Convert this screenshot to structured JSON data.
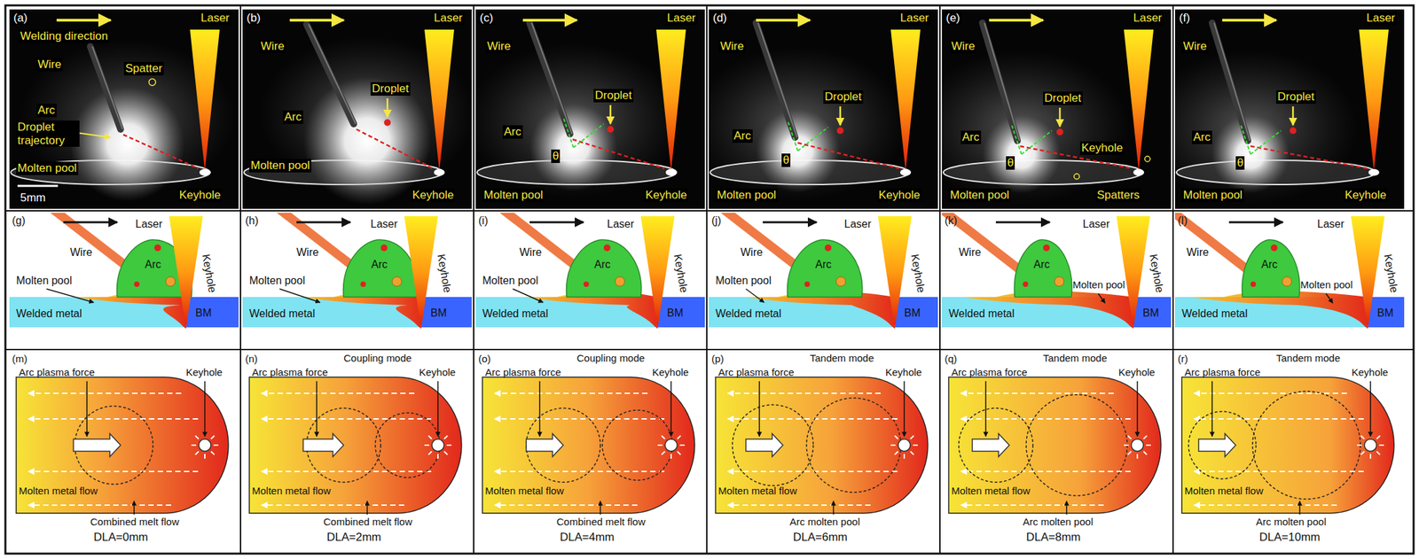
{
  "diagram": {
    "labels": [
      "(a)",
      "Laser",
      "Welding direction",
      "Wire",
      "Spatter",
      "Arc",
      "Droplet trajectory",
      "Molten pool",
      "Keyhole",
      "5mm",
      "(b)",
      "Wire",
      "Laser",
      "Arc",
      "Droplet",
      "Molten pool",
      "Keyhole",
      "(c)",
      "Wire",
      "Laser",
      "Arc",
      "Droplet",
      "θ",
      "Molten pool",
      "Keyhole",
      "(d)",
      "Wire",
      "Laser",
      "Arc",
      "Droplet",
      "θ",
      "Molten pool",
      "Keyhole",
      "(e)",
      "Wire",
      "Laser",
      "Arc",
      "Droplet",
      "θ",
      "Keyhole",
      "Molten pool",
      "Spatters",
      "(f)",
      "Wire",
      "Laser",
      "Arc",
      "Droplet",
      "θ",
      "Molten pool",
      "Keyhole",
      "(g)",
      "Laser",
      "Wire",
      "Keyhole",
      "Molten pool",
      "Arc",
      "Welded metal",
      "BM",
      "(h)",
      "Laser",
      "Wire",
      "Keyhole",
      "Molten pool",
      "Arc",
      "Welded metal",
      "BM",
      "(i)",
      "Laser",
      "Wire",
      "Keyhole",
      "Molten pool",
      "Arc",
      "Welded metal",
      "BM",
      "(j)",
      "Laser",
      "Wire",
      "Keyhole",
      "Molten pool",
      "Arc",
      "Welded metal",
      "BM",
      "(k)",
      "Laser",
      "Wire",
      "Molten pool",
      "Keyhole",
      "Arc",
      "Welded metal",
      "BM",
      "(l)",
      "Laser",
      "Wire",
      "Molten pool",
      "Keyhole",
      "Arc",
      "Welded metal",
      "BM",
      "(m)",
      "Arc plasma force",
      "Keyhole",
      "Molten metal flow",
      "Combined melt flow",
      "DLA=0mm",
      "(n)",
      "Coupling mode",
      "Arc plasma force",
      "Keyhole",
      "Molten metal flow",
      "Combined melt flow",
      "DLA=2mm",
      "(o)",
      "Coupling mode",
      "Arc plasma force",
      "Keyhole",
      "Molten metal flow",
      "Combined melt flow",
      "DLA=4mm",
      "(p)",
      "Tandem mode",
      "Arc plasma force",
      "Keyhole",
      "Molten metal flow",
      "Arc molten pool",
      "DLA=6mm",
      "(q)",
      "Tandem mode",
      "Arc plasma force",
      "Keyhole",
      "Molten metal flow",
      "Arc molten pool",
      "DLA=8mm",
      "(r)",
      "Tandem mode",
      "Arc plasma force",
      "Keyhole",
      "Molten metal flow",
      "Arc molten pool",
      "DLA=10mm"
    ]
  }
}
